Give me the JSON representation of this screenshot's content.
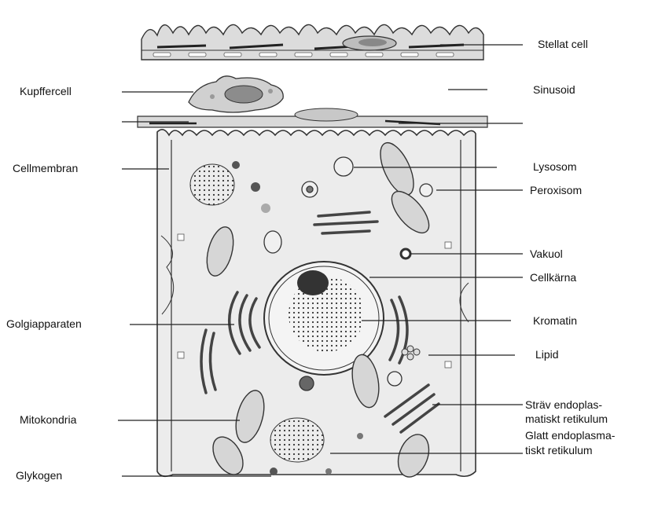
{
  "labels_left": {
    "kupffercell": "Kupffercell",
    "cellmembran": "Cellmembran",
    "golgiapparaten": "Golgiapparaten",
    "mitokondria": "Mitokondria",
    "glykogen": "Glykogen"
  },
  "labels_right": {
    "stellat_cell": "Stellat  cell",
    "sinusoid": "Sinusoid",
    "lysosom": "Lysosom",
    "peroxisom": "Peroxisom",
    "vakuol": "Vakuol",
    "cellkarna": "Cellkärna",
    "kromatin": "Kromatin",
    "lipid": "Lipid",
    "strav_er_line1": "Sträv endoplas-",
    "strav_er_line2": "matiskt retikulum",
    "glatt_er_line1": "Glatt endoplasma-",
    "glatt_er_line2": "tiskt retikulum"
  },
  "colors": {
    "outline": "#333333",
    "cytoplasm": "#e6e6e6",
    "endothelium": "#d9d9d9",
    "nucleus_fill": "#f4f4f4",
    "nucleolus": "#333333"
  }
}
